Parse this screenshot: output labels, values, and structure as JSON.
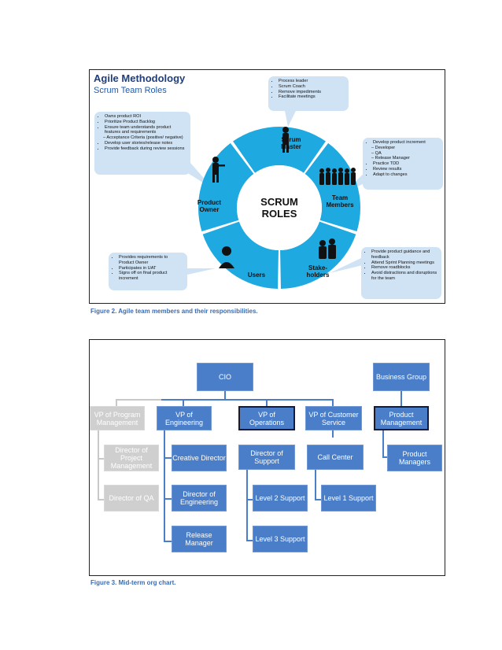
{
  "figure2": {
    "title": "Agile Methodology",
    "subtitle": "Scrum Team Roles",
    "center": "SCRUM ROLES",
    "roles": {
      "scrum_master": "Scrum Master",
      "team_members": "Team Members",
      "stakeholders": "Stake-holders",
      "users": "Users",
      "product_owner": "Product Owner"
    },
    "bubbles": {
      "scrum_master": [
        "Process leader",
        "Scrum Coach",
        "Remove impediments",
        "Facilitate meetings"
      ],
      "product_owner": [
        "Owns product ROI",
        "Prioritize Product Backlog",
        "Ensure team understands product features and requirements",
        "– Acceptance Criteria (positive/ negative)",
        "Develop user stories/release notes",
        "Provide feedback during review sessions"
      ],
      "team_members": [
        "Develop product increment",
        "– Developer",
        "– QA",
        "– Release Manager",
        "Practice TDD",
        "Review results",
        "Adapt to changes"
      ],
      "users": [
        "Provides requirements to Product Owner",
        "Participates in UAT",
        "Signs off on final product increment"
      ],
      "stakeholders": [
        "Provide product guidance and feedback",
        "Attend Sprint Planning meetings",
        "Remove roadblocks",
        "Avoid distractions and disruptions for the team"
      ]
    },
    "caption": "Figure 2.  Agile team members and their responsibilities."
  },
  "figure3": {
    "nodes": {
      "cio": "CIO",
      "business_group": "Business Group",
      "vp_program": "VP of Program Management",
      "vp_engineering": "VP of Engineering",
      "vp_operations": "VP of Operations",
      "vp_customer": "VP of Customer Service",
      "product_mgmt": "Product Management",
      "dir_project": "Director of Project Management",
      "dir_qa": "Director of QA",
      "creative_dir": "Creative Director",
      "dir_engineering": "Director of Engineering",
      "release_mgr": "Release Manager",
      "dir_support": "Director of Support",
      "level2": "Level 2 Support",
      "level3": "Level 3 Support",
      "call_center": "Call Center",
      "level1": "Level 1 Support",
      "product_managers": "Product Managers"
    },
    "caption": "Figure 3.  Mid-term org chart."
  },
  "colors": {
    "ring": "#1fa9e1",
    "node": "#4a7ec8",
    "inactive": "#cfcfcf",
    "bubble": "#cfe3f5",
    "caption": "#3b6cb0"
  }
}
